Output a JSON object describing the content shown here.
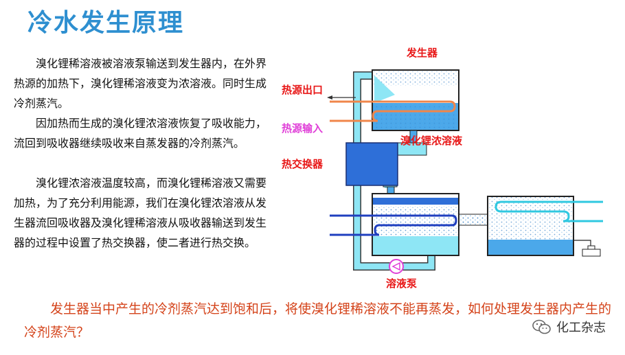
{
  "title": "冷水发生原理",
  "paragraphs": [
    "溴化锂稀溶液被溶液泵输送到发生器内，在外界热源的加热下，溴化锂稀溶液变为浓溶液。同时生成冷剂蒸汽。",
    "因加热而生成的溴化锂浓溶液恢复了吸收能力，流回到吸收器继续吸收来自蒸发器的冷剂蒸汽。",
    "溴化锂浓溶液温度较高，而溴化锂稀溶液又需要加热，为了充分利用能源，我们在溴化锂浓溶液从发生器流回吸收器及溴化锂稀溶液从吸收器输送到发生器的过程中设置了热交换器，使二者进行热交换。"
  ],
  "question": "发生器当中产生的冷剂蒸汽达到饱和后，将使溴化锂稀溶液不能再蒸发，如何处理发生器内产生的冷剂蒸汽？",
  "diagram": {
    "labels": {
      "generator": "发生器",
      "heat_out": "热源出口",
      "heat_in": "热源输入",
      "concentrated": "溴化锂浓溶液",
      "heat_exchanger": "热交换器",
      "pump": "溶液泵"
    },
    "colors": {
      "water": "#4ba8ea",
      "pipe": "#8ee6f5",
      "exchanger": "#2e6fd8",
      "heat_coil": "#f0864a",
      "label_red": "#e81818",
      "label_pink": "#e040d8",
      "cold_coil": "#1f3fbf"
    }
  },
  "watermark": "化工杂志"
}
